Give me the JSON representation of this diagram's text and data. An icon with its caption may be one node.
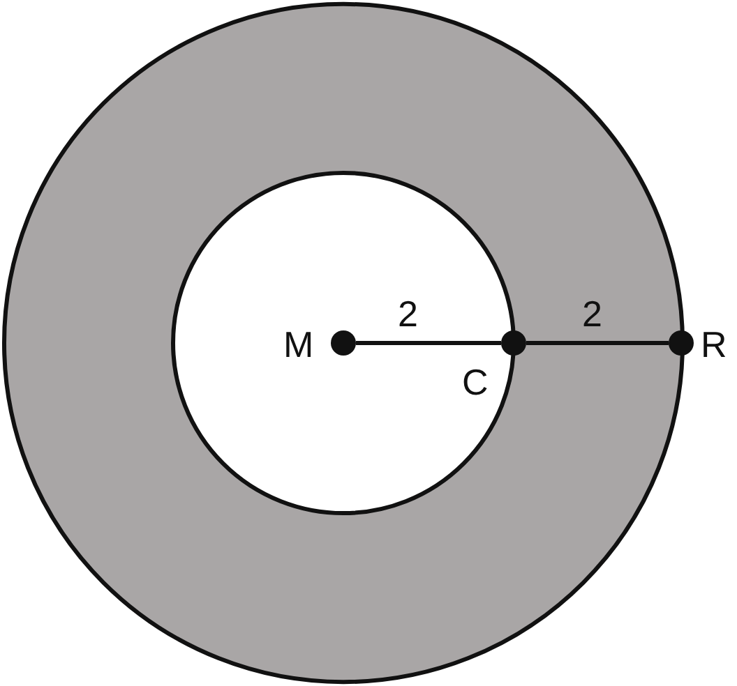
{
  "diagram": {
    "nodes": [
      {
        "text": [],
        "shape": "circle",
        "beside": [
          "M"
        ]
      },
      {
        "text": [],
        "shape": "circle",
        "beside": [
          "C"
        ]
      },
      {
        "text": [],
        "shape": "circle",
        "beside": [
          "R"
        ]
      }
    ],
    "edges": [
      {
        "from": 0,
        "to": 1,
        "arrow": "none",
        "label": "2"
      },
      {
        "from": 1,
        "to": 2,
        "arrow": "none",
        "label": "2"
      }
    ]
  }
}
